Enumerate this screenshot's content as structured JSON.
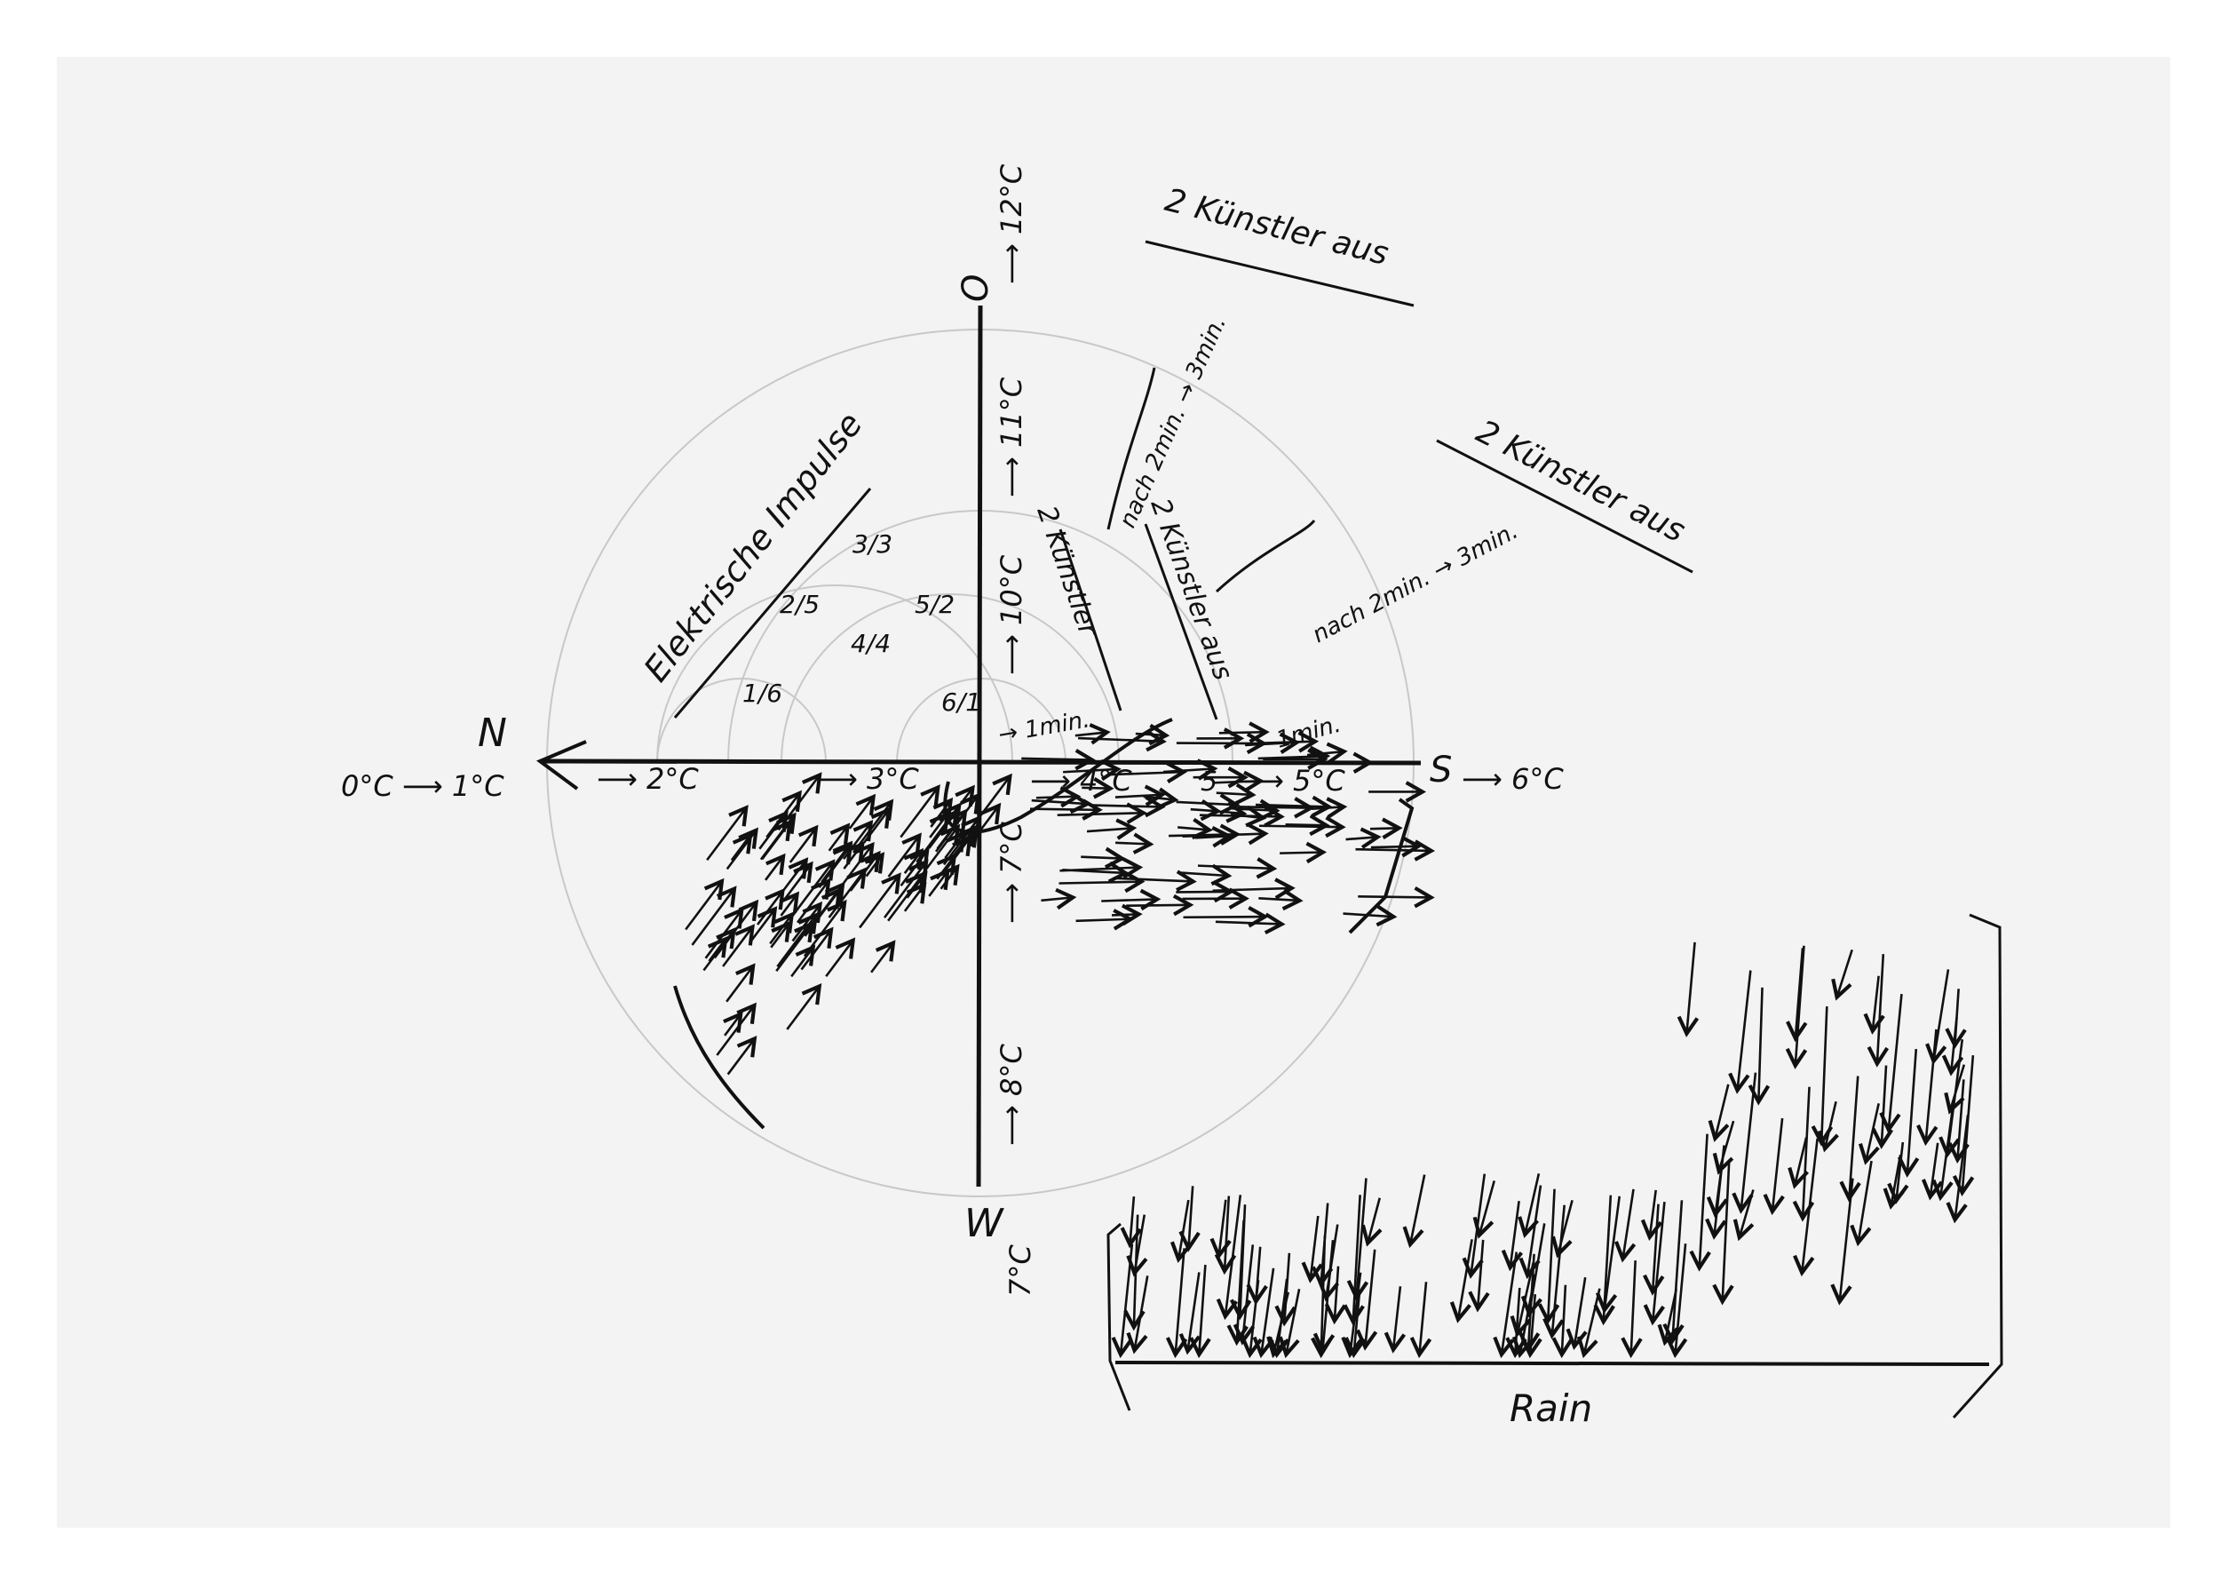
{
  "axes": {
    "north": "N",
    "south": "S",
    "top": "O",
    "bottom": "W"
  },
  "horizontal_temps": [
    "0°C ⟶ 1°C",
    "⟶ 2°C",
    "⟶ 3°C",
    "⟶ 4°C",
    "5",
    "⟶ 5°C",
    "⟶ 6°C"
  ],
  "vertical_temps": [
    "⟶ 12°C",
    "⟶ 11°C",
    "⟶ 10°C",
    "⟶ 7°C",
    "⟶ 8°C",
    "7°C"
  ],
  "fractions": [
    "1/6",
    "2/5",
    "3/3",
    "4/4",
    "5/2",
    "6/1"
  ],
  "annotations": {
    "impulse_label": "Elektrische Impulse",
    "artists_top": "2 Künstler aus",
    "artists_right": "2 Künstler aus",
    "artists_a": "2 Künstler",
    "artists_b": "2 Künstler aus",
    "after_a": "nach 2min. → 3min.",
    "after_b": "nach 2min. → 3min.",
    "one_min_a": "→ 1min.",
    "one_min_b": "1min."
  },
  "rain": {
    "label": "Rain"
  },
  "colors": {
    "ink": "#111111",
    "pencil": "#c8c8c8",
    "paper": "#f3f3f3"
  }
}
